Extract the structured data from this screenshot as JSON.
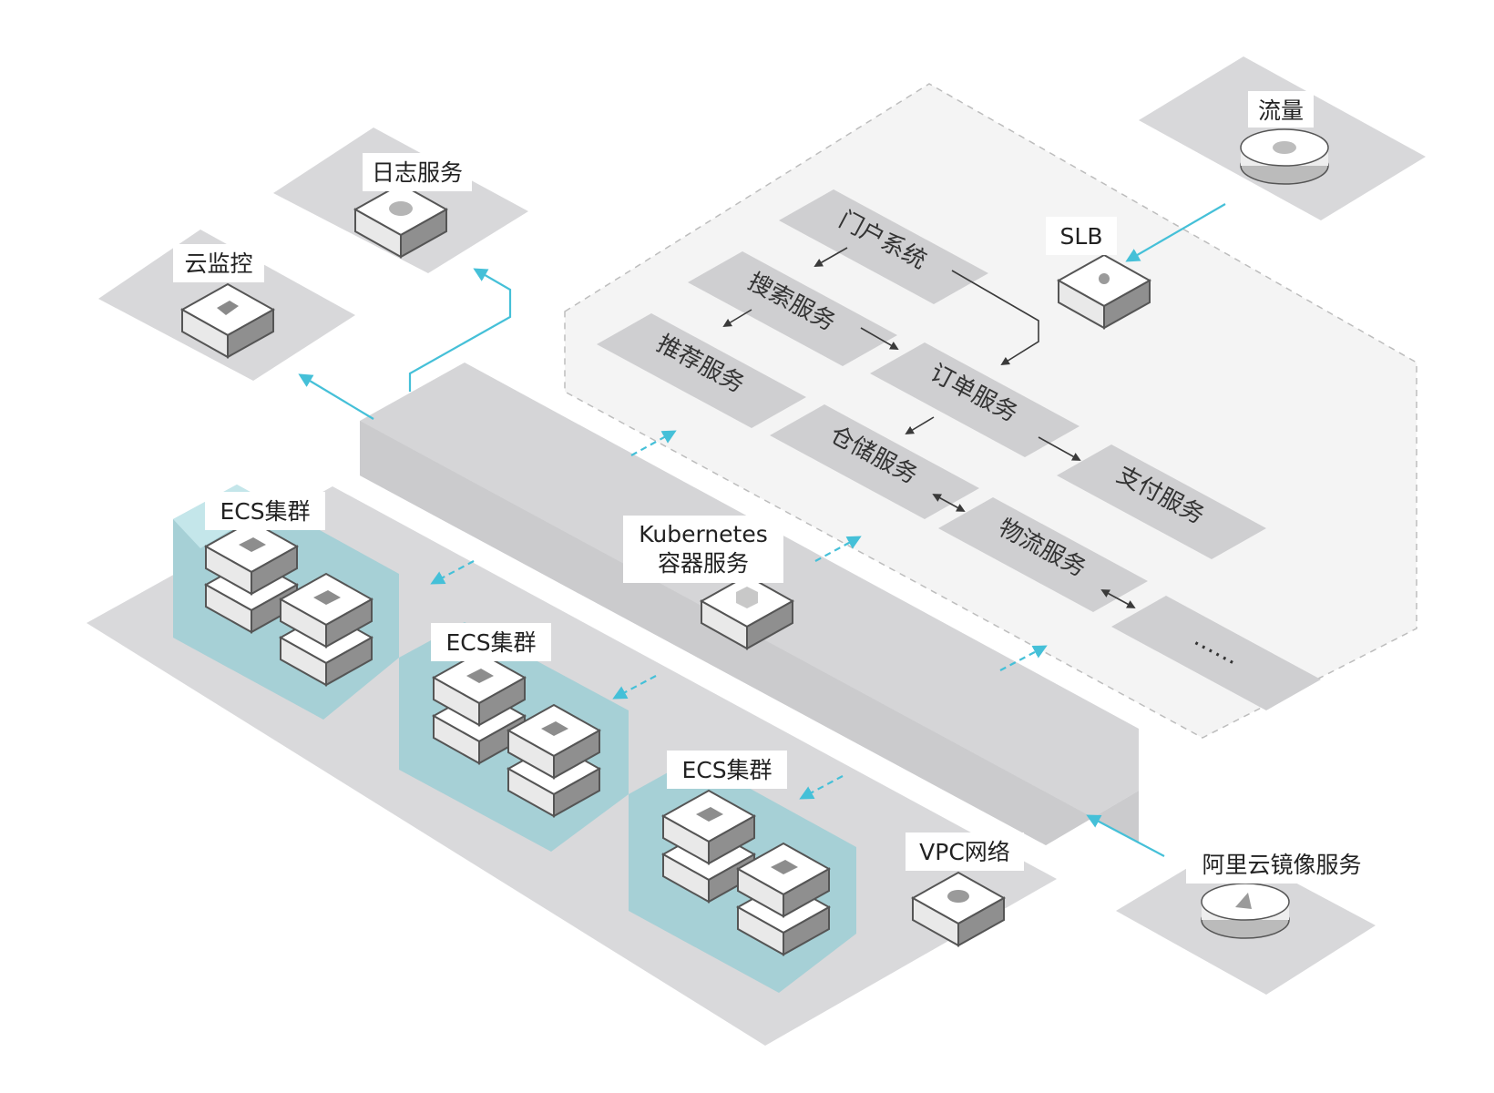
{
  "labels": {
    "log_service": "日志服务",
    "cloud_monitor": "云监控",
    "traffic": "流量",
    "slb": "SLB",
    "kubernetes_line1": "Kubernetes",
    "kubernetes_line2": "容器服务",
    "ecs_cluster_1": "ECS集群",
    "ecs_cluster_2": "ECS集群",
    "ecs_cluster_3": "ECS集群",
    "vpc": "VPC网络",
    "image_service": "阿里云镜像服务"
  },
  "services": {
    "portal": "门户系统",
    "search": "搜索服务",
    "recommend": "推荐服务",
    "order": "订单服务",
    "warehouse": "仓储服务",
    "payment": "支付服务",
    "logistics": "物流服务",
    "more": "……"
  },
  "colors": {
    "platform": "#d8d8da",
    "platform_dark": "#c8c8ca",
    "cluster": "#a6d0d6",
    "cluster_light": "#c4e6ea",
    "k8s_zone": "#f4f4f4",
    "service_tile": "#cfcfd1",
    "flow_arrow": "#45c0d8",
    "service_arrow": "#3a3a3a"
  }
}
